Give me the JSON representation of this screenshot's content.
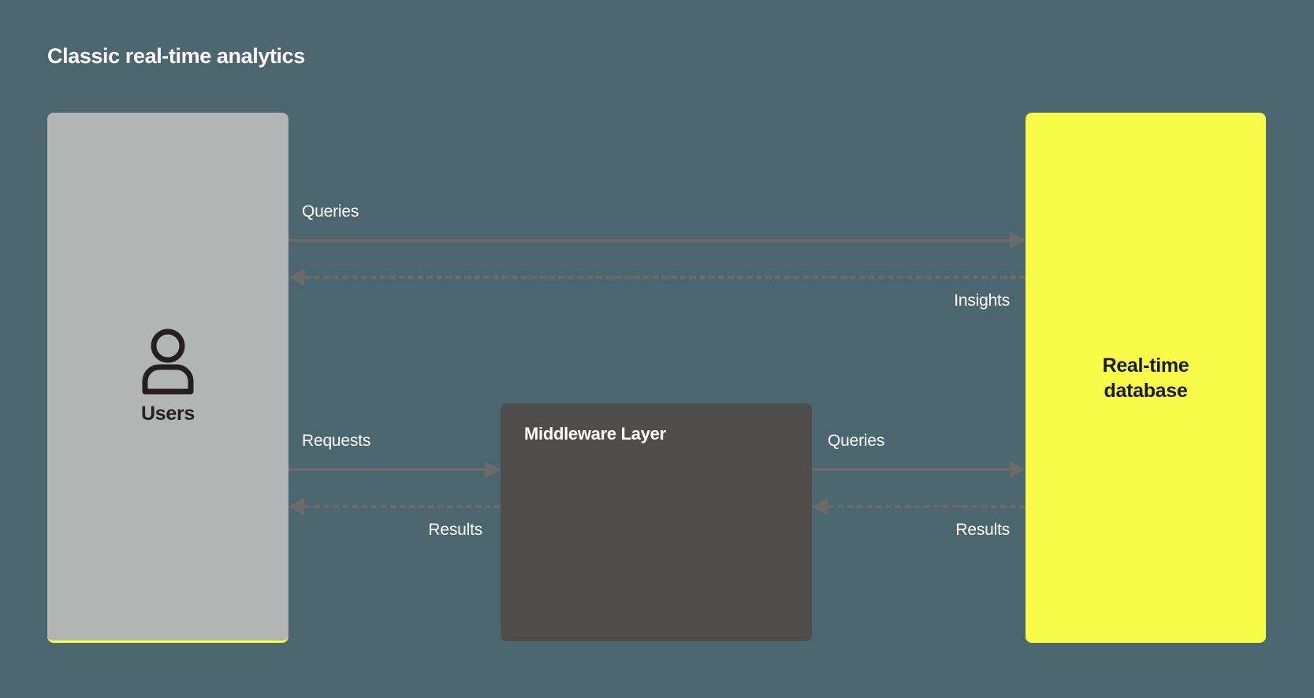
{
  "diagram": {
    "title": "Classic real-time analytics",
    "background_color": "#4c6670",
    "type": "flow-diagram"
  },
  "nodes": {
    "users": {
      "label": "Users",
      "icon": "user-icon",
      "fill_color": "#b3b4b4",
      "text_color": "#231f20",
      "accent_color": "#f8fb47"
    },
    "middleware": {
      "label": "Middleware Layer",
      "fill_color": "#4e4d4b",
      "text_color": "#ffffff"
    },
    "database": {
      "label_line1": "Real-time",
      "label_line2": "database",
      "fill_color": "#f8fb47",
      "text_color": "#1a1a1a"
    }
  },
  "edges": {
    "line_color": "#6b6b6b",
    "label_color": "#ffffff",
    "users_to_db_queries": {
      "label": "Queries",
      "style": "solid",
      "direction": "right"
    },
    "db_to_users_insights": {
      "label": "Insights",
      "style": "dashed",
      "direction": "left"
    },
    "users_to_mw_requests": {
      "label": "Requests",
      "style": "solid",
      "direction": "right"
    },
    "mw_to_users_results": {
      "label": "Results",
      "style": "dashed",
      "direction": "left"
    },
    "mw_to_db_queries": {
      "label": "Queries",
      "style": "solid",
      "direction": "right"
    },
    "db_to_mw_results": {
      "label": "Results",
      "style": "dashed",
      "direction": "left"
    }
  }
}
